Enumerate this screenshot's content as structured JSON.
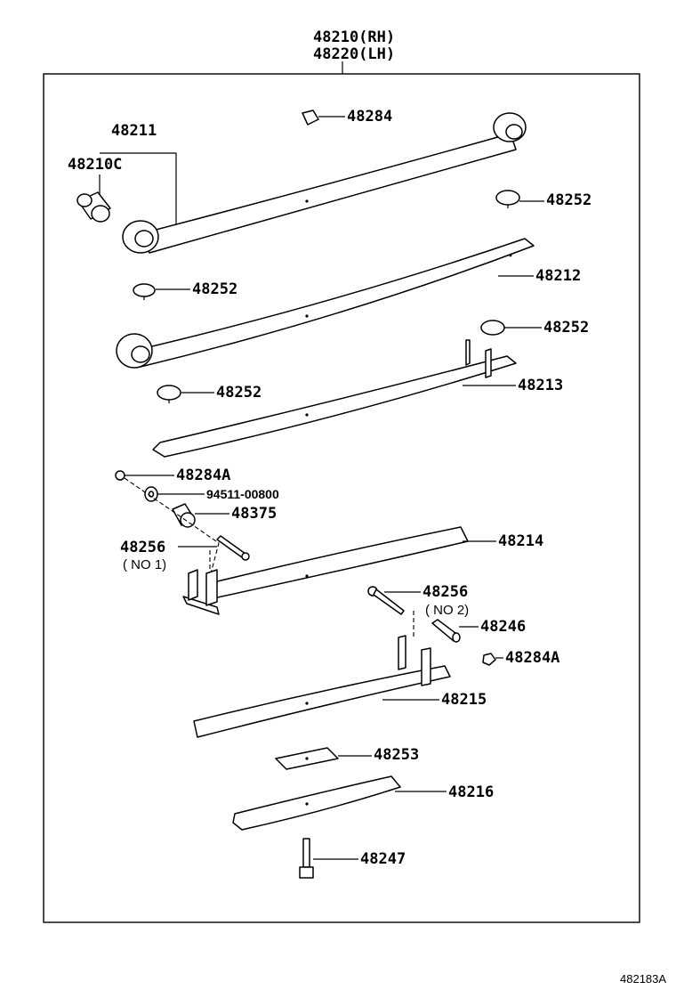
{
  "assembly": {
    "part_rh": "48210(RH)",
    "part_lh": "48220(LH)"
  },
  "labels": {
    "p48211": "48211",
    "p48210c": "48210C",
    "p48284": "48284",
    "p48252_a": "48252",
    "p48212": "48212",
    "p48252_b": "48252",
    "p48252_c": "48252",
    "p48213": "48213",
    "p48252_d": "48252",
    "p48284a_1": "48284A",
    "p94511": "94511-00800",
    "p48375": "48375",
    "p48256_1": "48256",
    "p48256_1_note": "( NO 1)",
    "p48214": "48214",
    "p48256_2": "48256",
    "p48256_2_note": "( NO 2)",
    "p48246": "48246",
    "p48284a_2": "48284A",
    "p48215": "48215",
    "p48253": "48253",
    "p48216": "48216",
    "p48247": "48247"
  },
  "figure_code": "482183A"
}
